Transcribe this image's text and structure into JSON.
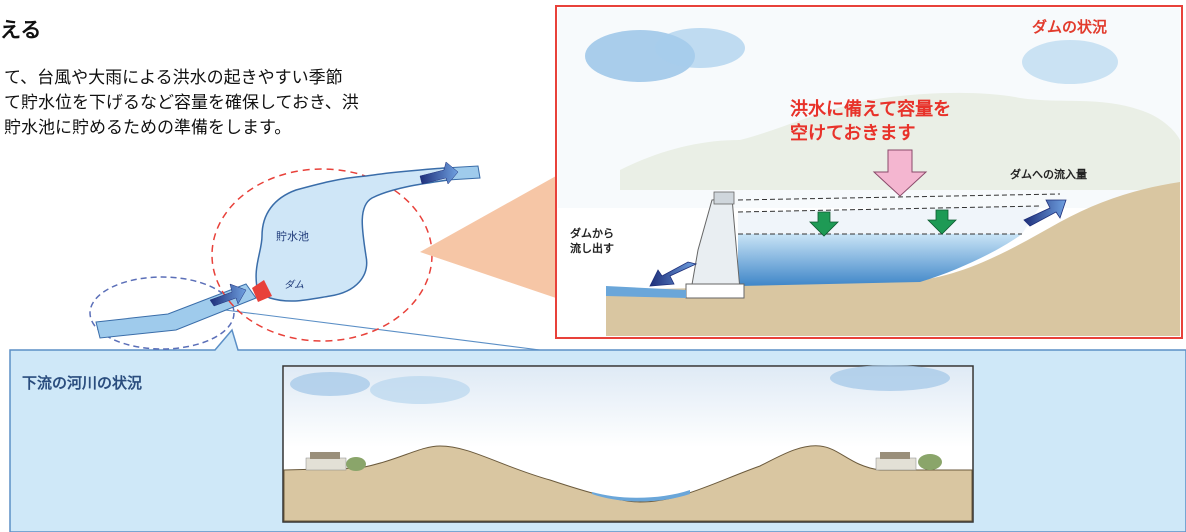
{
  "heading": "える",
  "body": {
    "line1": "て、台風や大雨による洪水の起きやすい季節",
    "line2": "て貯水位を下げるなど容量を確保しておき、洪",
    "line3": "貯水池に貯めるための準備をします。"
  },
  "map": {
    "reservoir_label": "貯水池",
    "dam_label": "ダム"
  },
  "dam_panel": {
    "title": "ダムの状況",
    "message_line1": "洪水に備えて容量を",
    "message_line2": "空けておきます",
    "inflow_label": "ダムへの流入量",
    "release_line1": "ダムから",
    "release_line2": "流し出す"
  },
  "downstream_panel": {
    "title": "下流の河川の状況"
  },
  "colors": {
    "panel_border_red": "#e8413a",
    "callout_fill": "#f6c6a6",
    "downstream_fill": "#cfe8f8",
    "downstream_border": "#5b8fc6",
    "water": "#3f86c8",
    "ground": "#d9c6a1",
    "arrow_blue": "#2c4aa5",
    "arrow_green": "#1e9a55",
    "arrow_pink": "#f4b6d0"
  },
  "icons": [
    "water-level-down-arrow-icon",
    "inflow-arrow-icon",
    "release-arrow-icon",
    "capacity-arrow-icon"
  ]
}
